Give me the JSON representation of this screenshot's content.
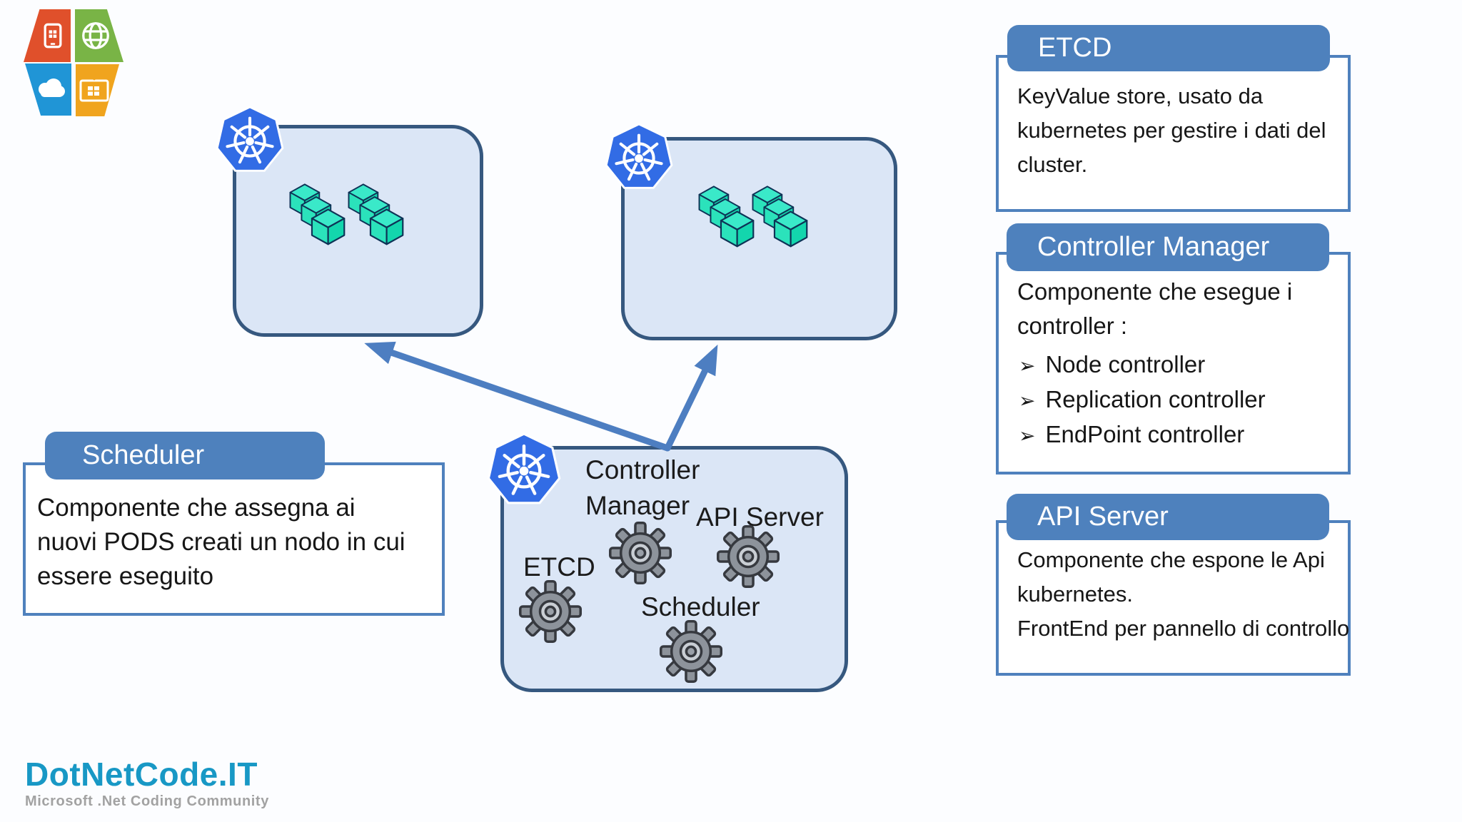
{
  "slide": {
    "background": "#fcfdff"
  },
  "branding": {
    "title": "DotNetCode.IT",
    "subtitle": "Microsoft .Net Coding Community",
    "title_color": "#1898c5",
    "subtitle_color": "#a2a2a2",
    "logo_quadrant_colors": {
      "top_left": "#e0502b",
      "top_right": "#79b446",
      "bottom_left": "#2095d6",
      "bottom_right": "#f0a41e"
    }
  },
  "palette": {
    "node_box_fill": "#dbe6f6",
    "node_box_border": "#36587f",
    "callout_accent": "#4e81bd",
    "arrow": "#4d7ec1",
    "kubernetes_blue": "#326ce5",
    "pod_teal": "#2ee3b8",
    "gear_gray": "#8d939b"
  },
  "master": {
    "icon": "kubernetes-logo",
    "components": {
      "controller_manager": "Controller\nManager",
      "api_server": "API Server",
      "etcd": "ETCD",
      "scheduler": "Scheduler"
    }
  },
  "nodes": {
    "node1": {
      "icon": "kubernetes-logo",
      "pod_groups": 2
    },
    "node2": {
      "icon": "kubernetes-logo",
      "pod_groups": 2
    }
  },
  "callouts": {
    "scheduler": {
      "title": "Scheduler",
      "body": "Componente che assegna ai\nnuovi PODS creati un nodo in cui\nessere eseguito"
    },
    "etcd": {
      "title": "ETCD",
      "body": "KeyValue store, usato da\nkubernetes per gestire i dati del\ncluster."
    },
    "controller_manager": {
      "title": "Controller Manager",
      "body": "Componente che esegue i\ncontroller :",
      "bullet_char": "➢",
      "bullets": [
        "Node controller",
        "Replication controller",
        "EndPoint controller"
      ]
    },
    "api_server": {
      "title": "API Server",
      "body": "Componente che espone le Api\nkubernetes.\nFrontEnd per pannello di controllo"
    }
  }
}
